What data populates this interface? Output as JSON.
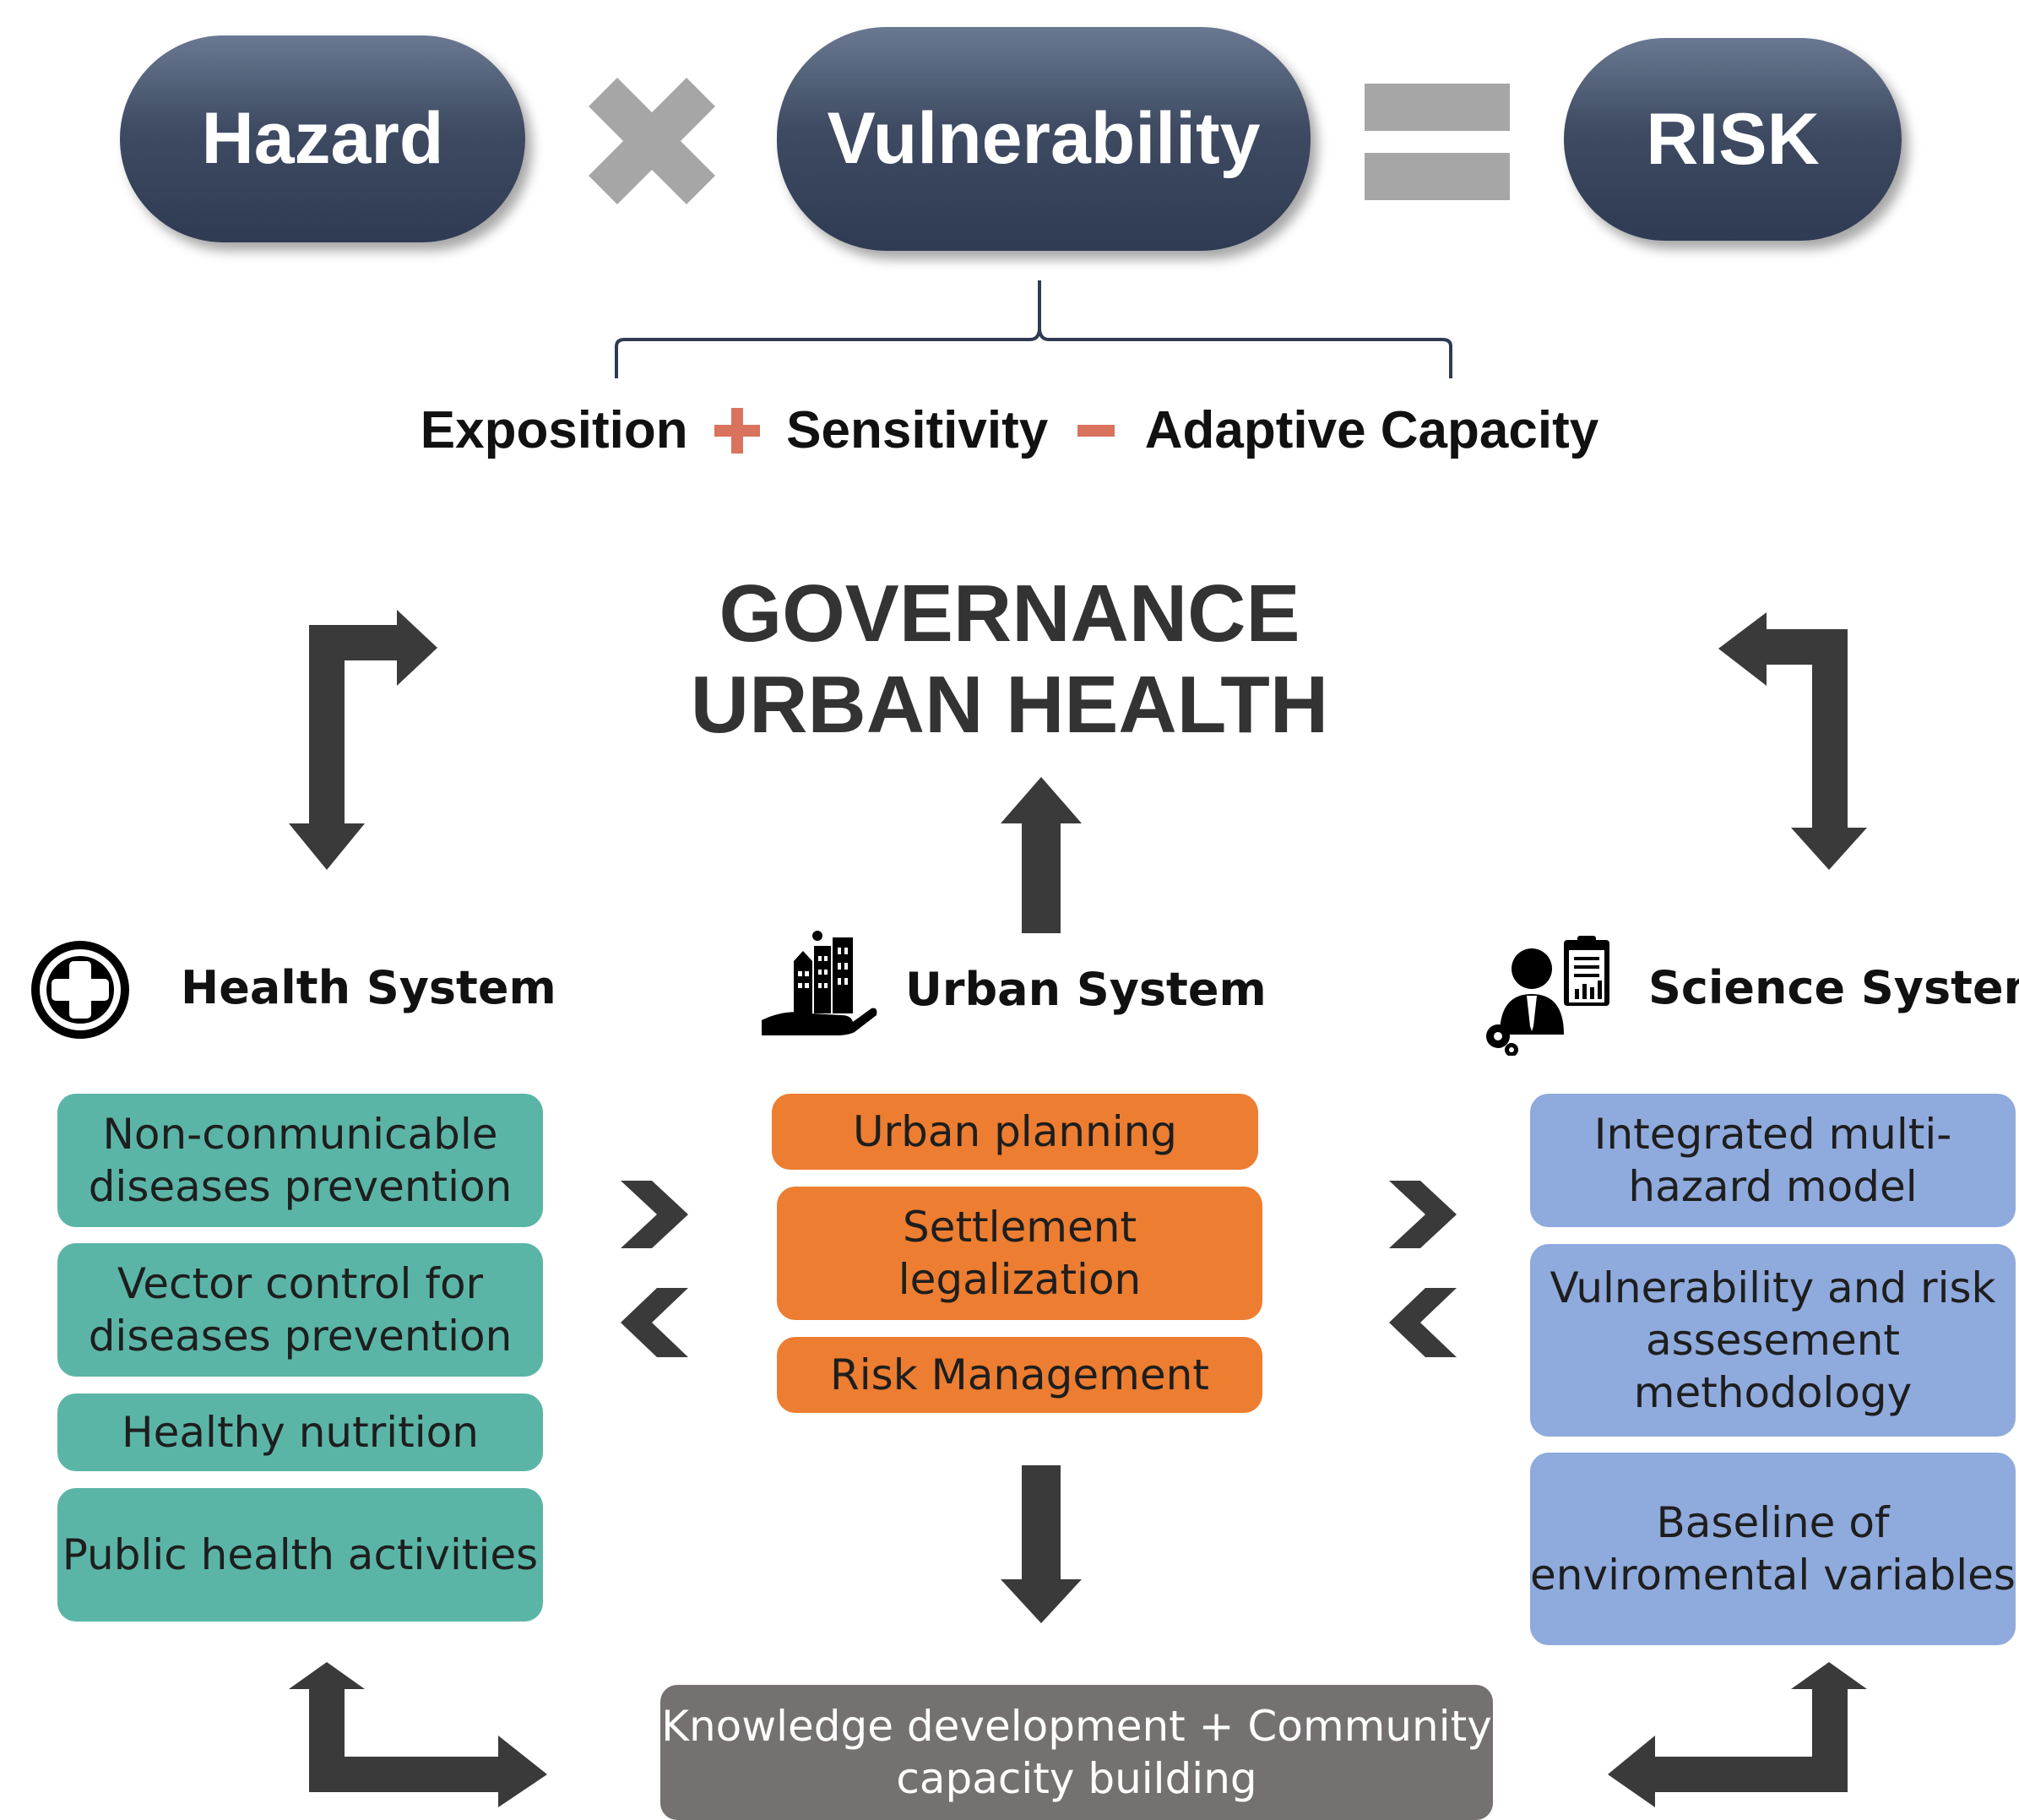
{
  "equation": {
    "hazard": "Hazard",
    "vulnerability": "Vulnerability",
    "risk": "RISK",
    "exposition": "Exposition",
    "sensitivity": "Sensitivity",
    "adaptive_capacity": "Adaptive Capacity"
  },
  "governance": {
    "line1": "GOVERNANCE",
    "line2": "URBAN HEALTH"
  },
  "systems": {
    "health": {
      "label": "Health System",
      "items": [
        "Non-conmunicable diseases prevention",
        "Vector control for diseases prevention",
        "Healthy nutrition",
        "Public health activities"
      ]
    },
    "urban": {
      "label": "Urban System",
      "items": [
        "Urban planning",
        "Settlement legalization",
        "Risk Management"
      ]
    },
    "science": {
      "label": "Science System",
      "items": [
        "Integrated multi-hazard model",
        "Vulnerability and risk assesement methodology",
        "Baseline of enviromental variables"
      ]
    }
  },
  "bottom_box": "Knowledge development + Community capacity building",
  "colors": {
    "pill": "#3e4b63",
    "operator": "#a6a6a6",
    "formula_operator": "#d9735e",
    "health": "#5bb5a7",
    "urban": "#ed7d31",
    "science": "#8faadc",
    "bottom": "#767171",
    "arrows": "#3a3a3a"
  }
}
